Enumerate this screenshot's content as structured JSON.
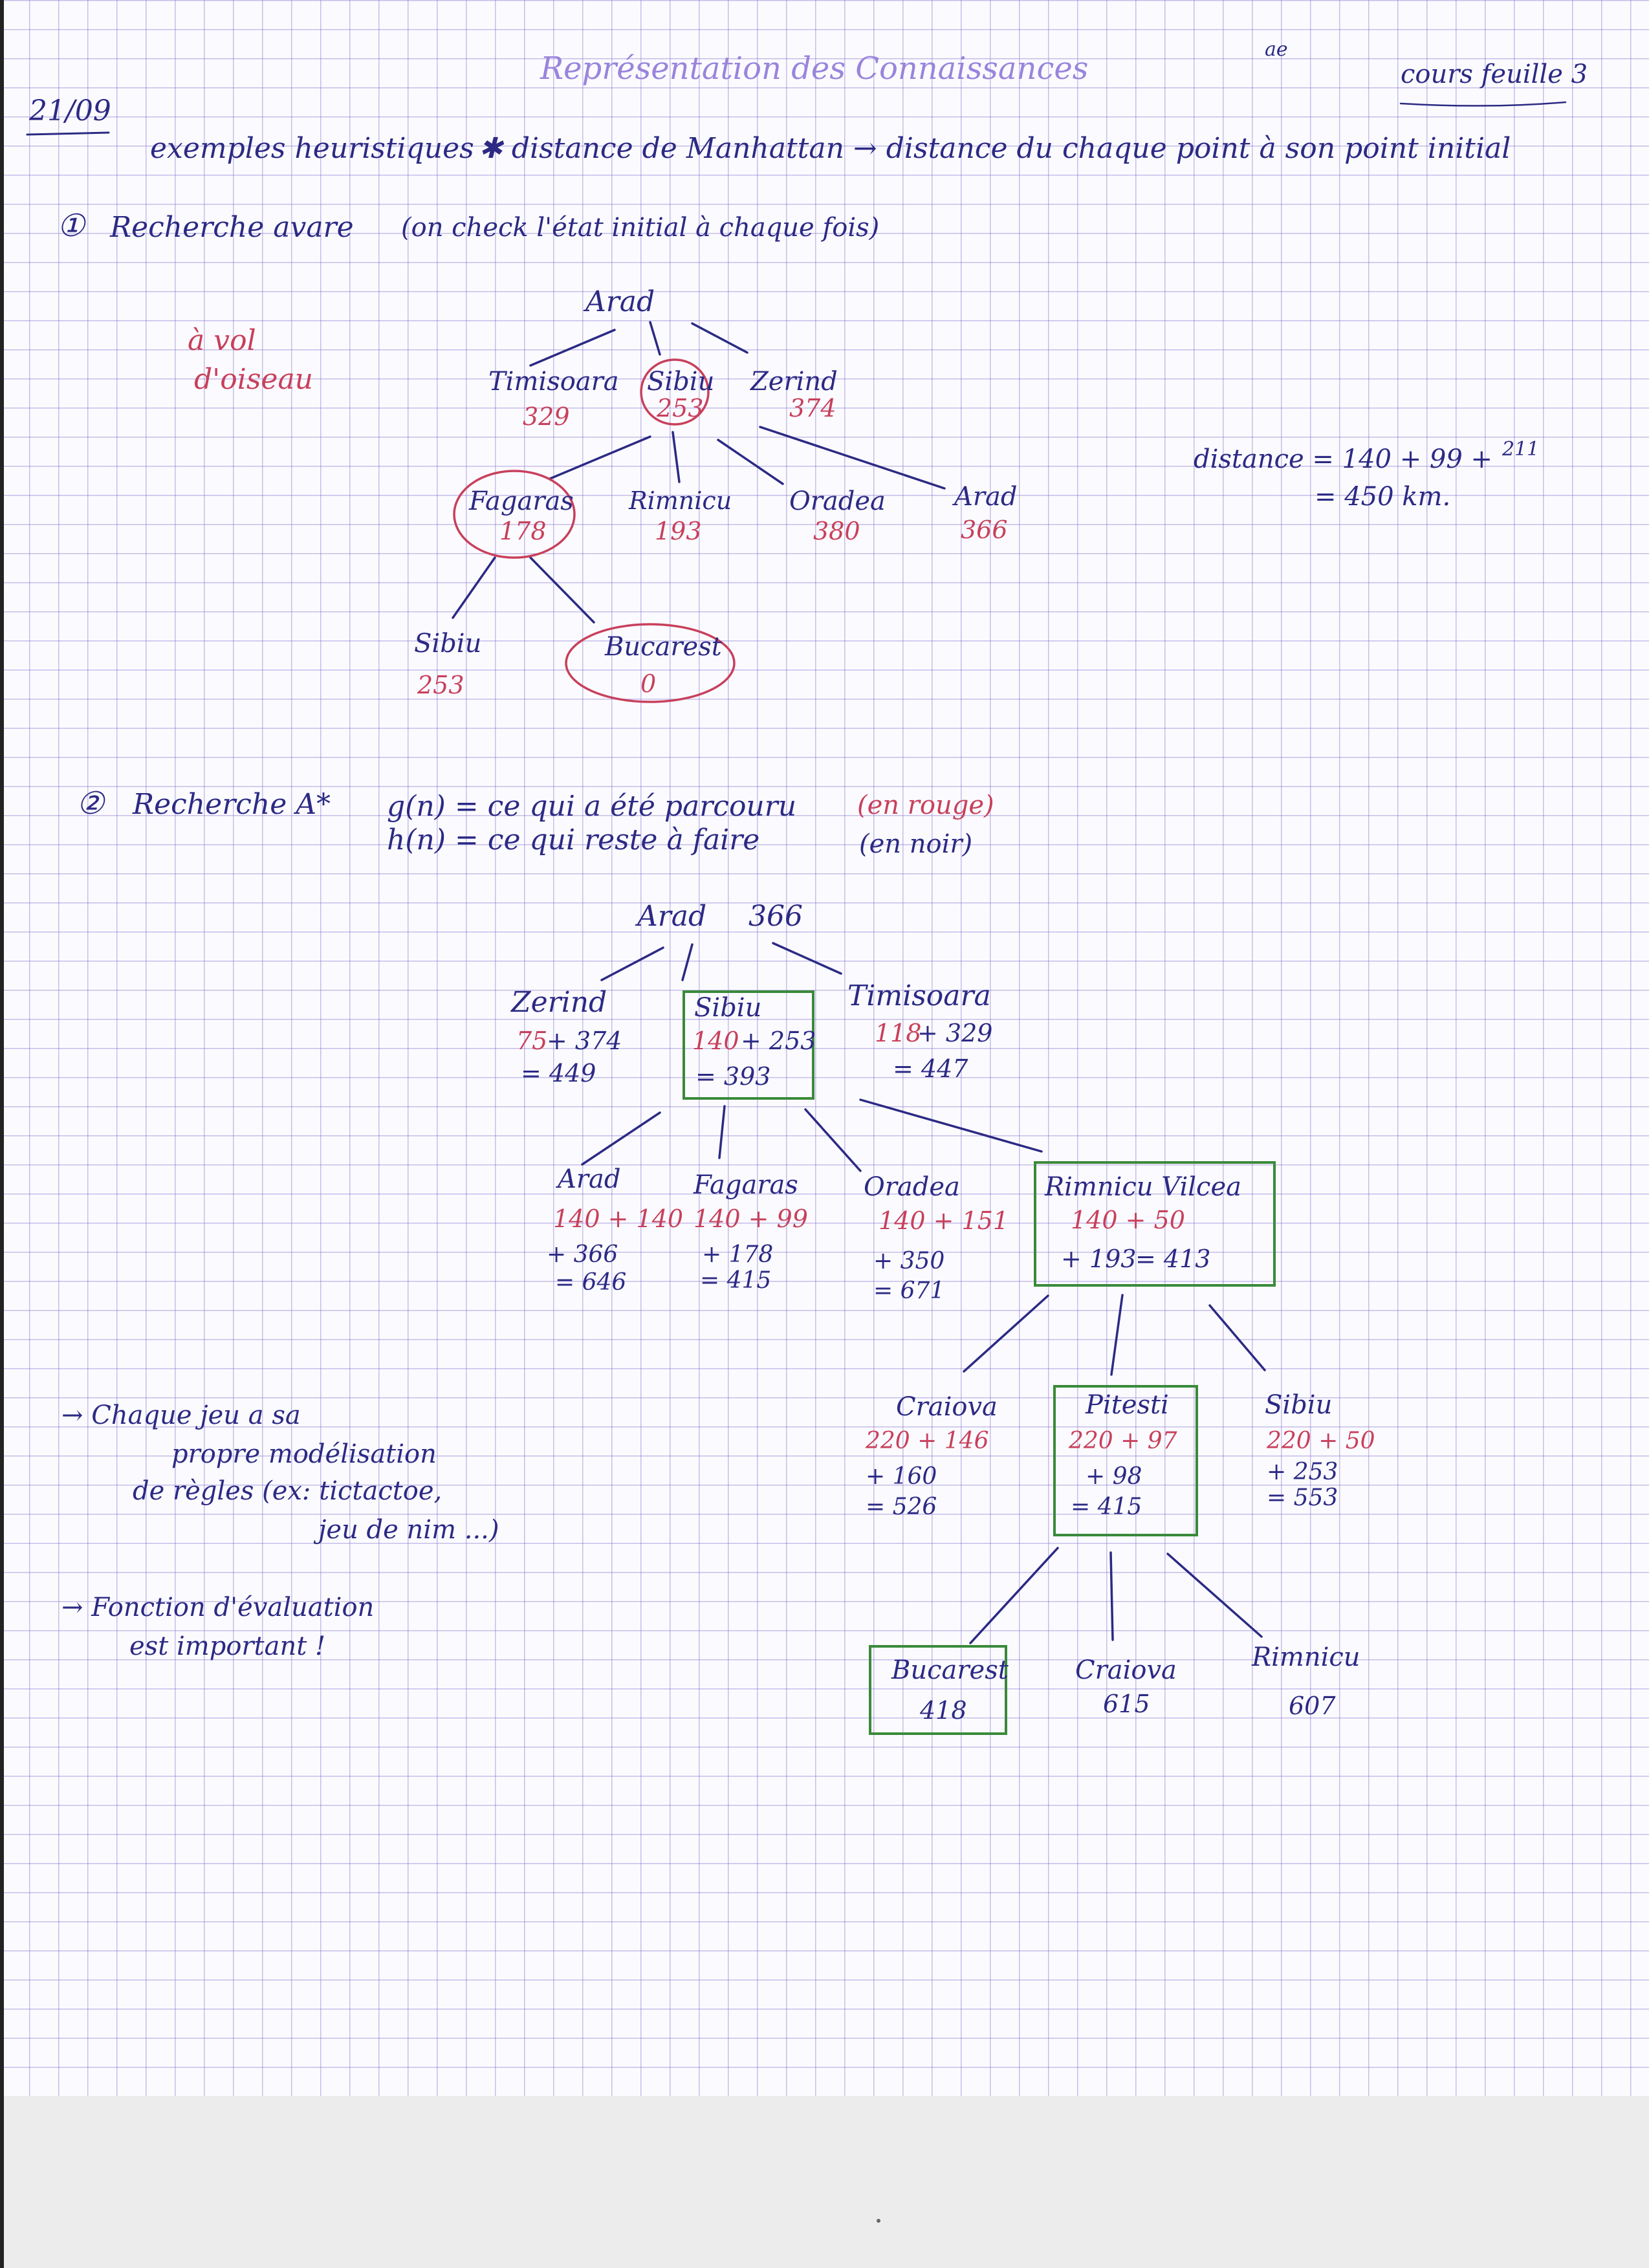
{
  "header": {
    "title": "Représentation des Connaissances",
    "mark": "ae",
    "sheet": "cours feuille 3",
    "date": "21/09"
  },
  "intro": {
    "left": "exemples heuristiques",
    "right": "✱ distance de Manhattan → distance du chaque point à son point initial"
  },
  "section1": {
    "number": "①",
    "title": "Recherche avare",
    "note": "(on check l'état initial à chaque fois)",
    "side_note_1": "à vol",
    "side_note_2": "d'oiseau",
    "tree": {
      "root": "Arad",
      "timisoara": {
        "name": "Timisoara",
        "value": "329"
      },
      "sibiu": {
        "name": "Sibiu",
        "value": "253"
      },
      "zerind": {
        "name": "Zerind",
        "value": "374"
      },
      "fagaras": {
        "name": "Fagaras",
        "value": "178"
      },
      "rimnicu": {
        "name": "Rimnicu",
        "value": "193"
      },
      "oradea": {
        "name": "Oradea",
        "value": "380"
      },
      "arad": {
        "name": "Arad",
        "value": "366"
      },
      "sibiu2": {
        "name": "Sibiu",
        "value": "253"
      },
      "bucarest": {
        "name": "Bucarest",
        "value": "0"
      }
    },
    "distance": {
      "line1": "distance = 140 + 99 +",
      "sup": "211",
      "line2": "= 450 km."
    }
  },
  "section2": {
    "number": "②",
    "title": "Recherche A*",
    "g_def": "g(n) = ce qui a été parcouru",
    "g_note": "(en rouge)",
    "h_def": "h(n) = ce qui reste à faire",
    "h_note": "(en noir)",
    "tree": {
      "root": {
        "name": "Arad",
        "value": "366"
      },
      "zerind": {
        "name": "Zerind",
        "g": "75",
        "h": "+ 374",
        "f": "= 449"
      },
      "sibiu": {
        "name": "Sibiu",
        "g": "140",
        "h": "+ 253",
        "f": "= 393"
      },
      "timisoara": {
        "name": "Timisoara",
        "g": "118",
        "h": "+ 329",
        "f": "= 447"
      },
      "arad2": {
        "name": "Arad",
        "g": "140 + 140",
        "h": "+ 366",
        "f": "= 646"
      },
      "fagaras": {
        "name": "Fagaras",
        "g": "140 + 99",
        "h": "+ 178",
        "f": "= 415"
      },
      "oradea": {
        "name": "Oradea",
        "g": "140 + 151",
        "h": "+ 350",
        "f": "= 671"
      },
      "rimnicu": {
        "name": "Rimnicu Vilcea",
        "g": "140 + 50",
        "h": "+ 193",
        "f": "= 413"
      },
      "craiova": {
        "name": "Craiova",
        "g": "220 + 146",
        "h": "+ 160",
        "f": "= 526"
      },
      "pitesti": {
        "name": "Pitesti",
        "g": "220 + 97",
        "h": "+ 98",
        "f": "= 415"
      },
      "sibiu3": {
        "name": "Sibiu",
        "g": "220 + 50",
        "h": "+ 253",
        "f": "= 553"
      },
      "bucarest": {
        "name": "Bucarest",
        "value": "418"
      },
      "craiova2": {
        "name": "Craiova",
        "value": "615"
      },
      "rimnicu2": {
        "name": "Rimnicu",
        "value": "607"
      }
    }
  },
  "notes": {
    "n1_l1": "→ Chaque jeu a sa",
    "n1_l2": "propre modélisation",
    "n1_l3": "de règles (ex: tictactoe,",
    "n1_l4": "jeu de nim ...)",
    "n2_l1": "→ Fonction d'évaluation",
    "n2_l2": "est important !"
  },
  "colors": {
    "ink": "#2c2a84",
    "red_ink": "#c8405c",
    "green_box": "#3a8a3a",
    "grid": "#7d69c8",
    "title_ink": "#9a84dc"
  }
}
